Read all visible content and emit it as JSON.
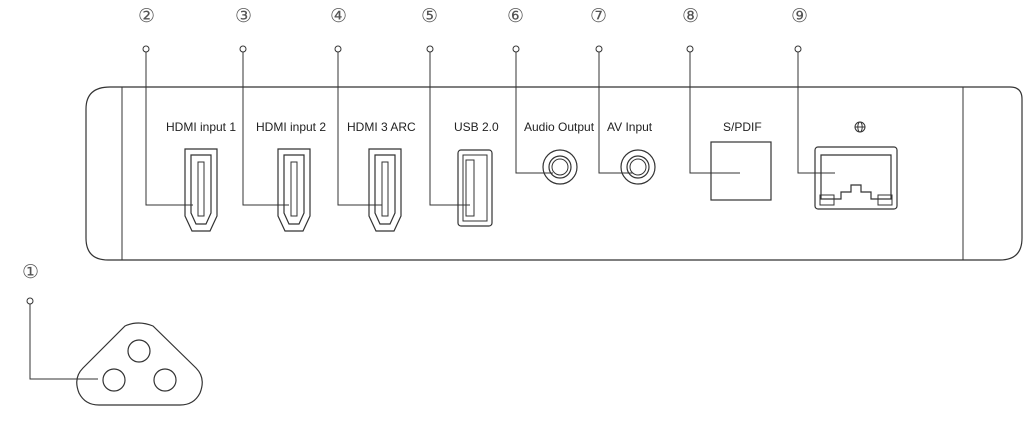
{
  "callouts": {
    "power": "①",
    "hdmi1": "②",
    "hdmi2": "③",
    "hdmi3": "④",
    "usb": "⑤",
    "audio_out": "⑥",
    "av_in": "⑦",
    "spdif": "⑧",
    "lan": "⑨"
  },
  "labels": {
    "hdmi1": "HDMI input 1",
    "hdmi2": "HDMI input 2",
    "hdmi3": "HDMI 3 ARC",
    "usb": "USB 2.0",
    "audio_out": "Audio Output",
    "av_in": "AV Input",
    "spdif": "S/PDIF",
    "lan_icon": "globe-icon"
  }
}
